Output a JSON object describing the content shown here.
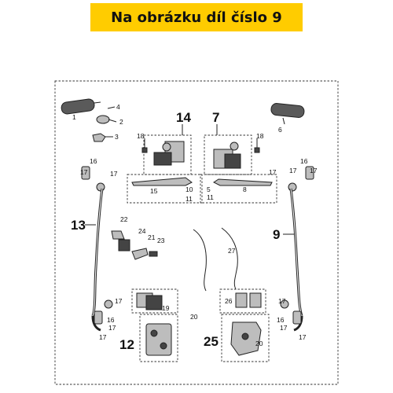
{
  "banner": {
    "text": "Na obrázku díl číslo 9"
  },
  "colors": {
    "banner_bg": "#ffcc00",
    "line": "#222222"
  },
  "diagram": {
    "callouts_large": [
      "14",
      "7",
      "13",
      "9",
      "12",
      "25"
    ],
    "callouts_small": [
      "1",
      "2",
      "3",
      "4",
      "5",
      "6",
      "8",
      "10",
      "11",
      "15",
      "16",
      "17",
      "18",
      "19",
      "20",
      "21",
      "22",
      "23",
      "24",
      "26",
      "27"
    ]
  }
}
